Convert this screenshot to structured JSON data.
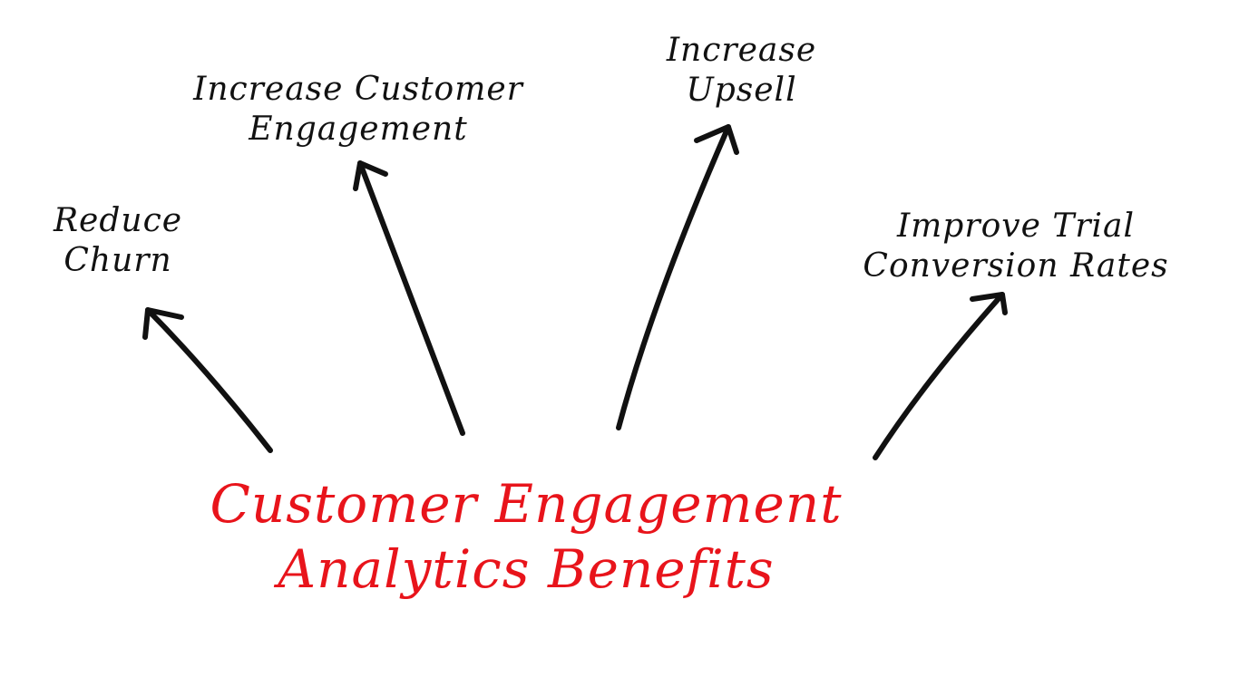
{
  "benefits": [
    {
      "line1": "Reduce",
      "line2": "Churn"
    },
    {
      "line1": "Increase Customer",
      "line2": "Engagement"
    },
    {
      "line1": "Increase",
      "line2": "Upsell"
    },
    {
      "line1": "Improve Trial",
      "line2": "Conversion Rates"
    }
  ],
  "title": {
    "line1": "Customer Engagement",
    "line2": "Analytics Benefits"
  },
  "colors": {
    "title": "#e8141b",
    "text": "#111111"
  }
}
